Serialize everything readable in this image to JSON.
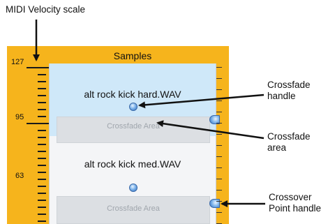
{
  "callouts": {
    "midi_velocity_scale": "MIDI Velocity scale",
    "crossfade_handle": "Crossfade\nhandle",
    "crossfade_area": "Crossfade\narea",
    "crossover_point_handle": "Crossover\nPoint handle"
  },
  "panel": {
    "title": "Samples",
    "scale_labels": [
      "127",
      "95",
      "63"
    ],
    "samples": [
      {
        "name": "alt rock kick hard.WAV",
        "crossfade_label": "Crossfade Area"
      },
      {
        "name": "alt rock kick med.WAV",
        "crossfade_label": "Crossfade Area"
      }
    ]
  },
  "colors": {
    "panel_background": "#f6b41c",
    "selected_zone": "#cfe8f9",
    "handle_blue": "#2f6fc2"
  }
}
